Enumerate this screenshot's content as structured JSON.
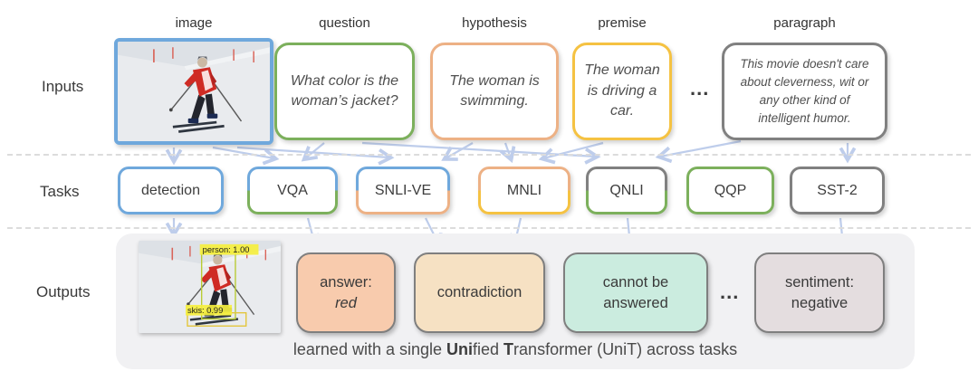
{
  "row_labels": {
    "inputs": "Inputs",
    "tasks": "Tasks",
    "outputs": "Outputs"
  },
  "colors": {
    "image_blue": "#6FA8DC",
    "question_green": "#7CB05C",
    "hypothesis_orange": "#EDB185",
    "premise_yellow": "#F5C242",
    "paragraph_gray": "#808080",
    "arrow_blue": "#BECDEB",
    "output_border_gray": "#7F7F7F",
    "outputs_panel_bg": "#F1F1F3",
    "answer_fill": "#F8CBAD",
    "contradiction_fill": "#F6E1C3",
    "cannot_fill": "#CBECDF",
    "sentiment_fill": "#E4DDDF",
    "detection_label_bg": "#F5EF3E"
  },
  "inputs": {
    "image": {
      "label": "image",
      "border": "#6FA8DC"
    },
    "question": {
      "label": "question",
      "text": "What color is the woman’s jacket?",
      "border": "#7CB05C"
    },
    "hypothesis": {
      "label": "hypothesis",
      "text": "The woman is swimming.",
      "border": "#EDB185"
    },
    "premise": {
      "label": "premise",
      "text": "The woman is driving a car.",
      "border": "#F5C242"
    },
    "ellipsis": "...",
    "paragraph": {
      "label": "paragraph",
      "text": "This movie doesn't care about cleverness, wit or any other kind of intelligent humor.",
      "border": "#808080"
    }
  },
  "tasks": {
    "items": [
      {
        "label": "detection",
        "border_top": "#6FA8DC",
        "border_bottom": "#6FA8DC"
      },
      {
        "label": "VQA",
        "border_top": "#6FA8DC",
        "border_bottom": "#7CB05C"
      },
      {
        "label": "SNLI-VE",
        "border_top": "#6FA8DC",
        "border_bottom": "#EDB185"
      },
      {
        "label": "MNLI",
        "border_top": "#EDB185",
        "border_bottom": "#F5C242"
      },
      {
        "label": "QNLI",
        "border_top": "#808080",
        "border_bottom": "#7CB05C"
      },
      {
        "label": "QQP",
        "border_top": "#7CB05C",
        "border_bottom": "#7CB05C"
      },
      {
        "label": "SST-2",
        "border_top": "#808080",
        "border_bottom": "#808080"
      }
    ]
  },
  "outputs": {
    "detection": {
      "person_label": "person: 1.00",
      "skis_label": "skis: 0.99"
    },
    "answer": {
      "line1": "answer:",
      "line2": "red",
      "fill": "#F8CBAD"
    },
    "contradiction": {
      "text": "contradiction",
      "fill": "#F6E1C3"
    },
    "cannot": {
      "text": "cannot be answered",
      "fill": "#CBECDF"
    },
    "ellipsis": "...",
    "sentiment": {
      "line1": "sentiment:",
      "line2": "negative",
      "fill": "#E4DDDF"
    }
  },
  "caption": {
    "parts": [
      {
        "t": "learned with a single "
      },
      {
        "t": "Uni"
      },
      {
        "t": "fied "
      },
      {
        "t": "T"
      },
      {
        "t": "ransformer (UniT) across tasks"
      }
    ]
  }
}
